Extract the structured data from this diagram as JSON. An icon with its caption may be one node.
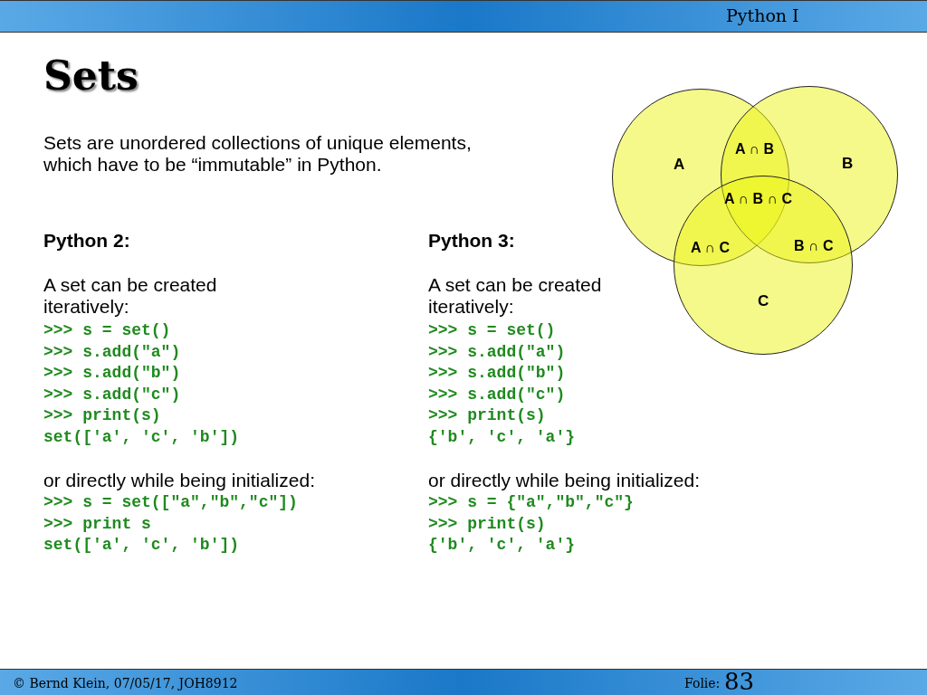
{
  "diagram": {
    "title": "Sets",
    "nodes": [
      {
        "text": [
          "A"
        ]
      },
      {
        "text": [
          "B"
        ]
      },
      {
        "text": [
          "C"
        ]
      }
    ],
    "edges": [],
    "labels": [
      "Python I",
      "Sets are unordered collections of unique elements, which have to be “immutable” in Python.",
      "A ∩ B",
      "A ∩ B ∩ C",
      "A ∩ C",
      "B ∩ C",
      "Python 2:",
      "A set can be created iteratively:",
      ">>> s = set()",
      ">>> s.add(\"a\")",
      ">>> s.add(\"b\")",
      ">>> s.add(\"c\")",
      ">>> print(s)",
      "set(['a', 'c', 'b'])",
      "or directly while being initialized:",
      ">>> s = set([\"a\",\"b\",\"c\"])",
      ">>> print s",
      "set(['a', 'c', 'b'])",
      "Python 3:",
      "A set can be created iteratively:",
      ">>> s = set()",
      ">>> s.add(\"a\")",
      ">>> s.add(\"b\")",
      ">>> s.add(\"c\")",
      ">>> print(s)",
      "{'b', 'c', 'a'}",
      "or directly while being initialized:",
      ">>> s = {\"a\",\"b\",\"c\"}",
      ">>> print(s)",
      "{'b', 'c', 'a'}",
      "© Bernd Klein, 07/05/17, JOH8912",
      "Folie:",
      "83"
    ]
  }
}
